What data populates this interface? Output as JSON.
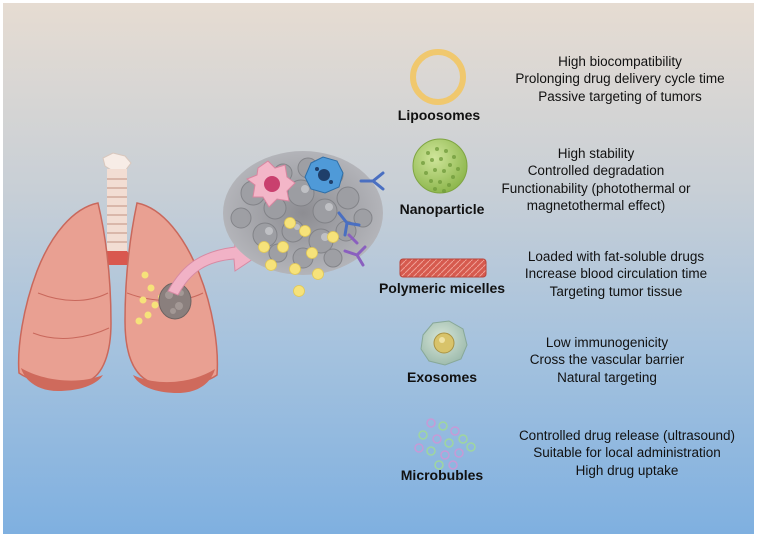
{
  "carriers": [
    {
      "name": "Lipoosomes",
      "icon": "liposome-icon",
      "features": [
        "High biocompatibility",
        "Prolonging drug delivery cycle time",
        "Passive targeting of tumors"
      ]
    },
    {
      "name": "Nanoparticle",
      "icon": "nanoparticle-icon",
      "features": [
        "High stability",
        "Controlled degradation",
        "Functionability (photothermal or",
        "magnetothermal effect)"
      ]
    },
    {
      "name": "Polymeric micelles",
      "icon": "polymeric-micelle-icon",
      "features": [
        "Loaded with fat-soluble drugs",
        "Increase blood circulation time",
        "Targeting tumor tissue"
      ]
    },
    {
      "name": "Exosomes",
      "icon": "exosome-icon",
      "features": [
        "Low immunogenicity",
        "Cross the vascular barrier",
        "Natural targeting"
      ]
    },
    {
      "name": "Microbubles",
      "icon": "microbubble-icon",
      "features": [
        "Controlled drug release (ultrasound)",
        "Suitable for local administration",
        "High drug uptake"
      ]
    }
  ],
  "illustrations": {
    "lungs": "lungs-illustration",
    "tumor_zoom": "tumor-microenvironment-illustration",
    "arrow": "pink-arrow-icon"
  },
  "colors": {
    "lung": "#e9a092",
    "lung_dark": "#c9685c",
    "liposome": "#f0c86e",
    "nanoparticle": "#a8cc6a",
    "micelle": "#d9584f",
    "drug": "#f6e27a",
    "arrow": "#f1b2c6"
  }
}
